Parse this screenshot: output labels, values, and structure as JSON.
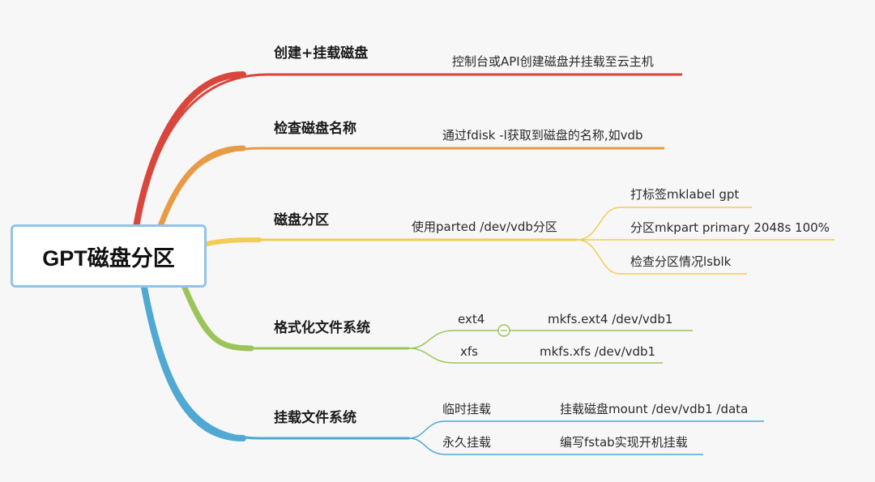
{
  "root": {
    "label": "GPT磁盘分区"
  },
  "colors": {
    "branch1": "#d9473c",
    "branch2": "#e99a44",
    "branch3": "#f2cc55",
    "branch4": "#9cc45a",
    "branch5": "#4fa9d2",
    "root_border": "#8fc4ea"
  },
  "branches": [
    {
      "label": "创建+挂载磁盘",
      "detail": "控制台或API创建磁盘并挂载至云主机"
    },
    {
      "label": "检查磁盘名称",
      "detail": "通过fdisk -l获取到磁盘的名称,如vdb"
    },
    {
      "label": "磁盘分区",
      "detail": "使用parted /dev/vdb分区",
      "children": [
        "打标签mklabel gpt",
        "分区mkpart primary 2048s 100%",
        "检查分区情况lsblk"
      ]
    },
    {
      "label": "格式化文件系统",
      "children": [
        {
          "label": "ext4",
          "detail": "mkfs.ext4  /dev/vdb1"
        },
        {
          "label": "xfs",
          "detail": "mkfs.xfs /dev/vdb1"
        }
      ]
    },
    {
      "label": "挂载文件系统",
      "children": [
        {
          "label": "临时挂载",
          "detail": "挂载磁盘mount /dev/vdb1 /data"
        },
        {
          "label": "永久挂载",
          "detail": "编写fstab实现开机挂载"
        }
      ]
    }
  ]
}
